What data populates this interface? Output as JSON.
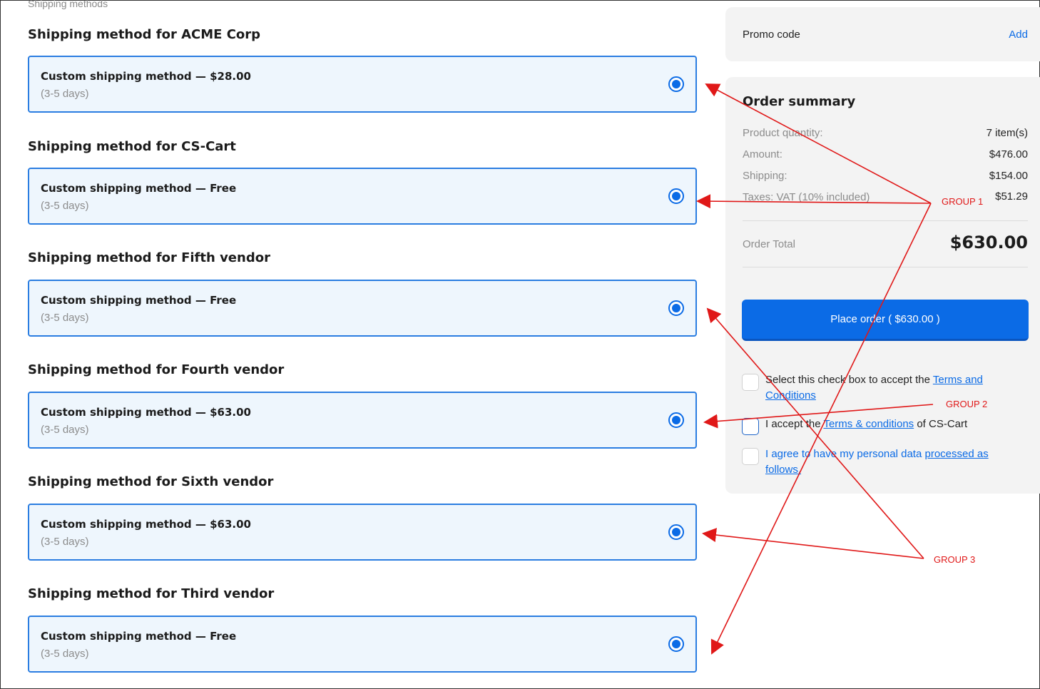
{
  "section_label": "Shipping methods",
  "vendors": [
    {
      "title": "Shipping method for ACME Corp",
      "method": "Custom shipping method — $28.00",
      "days": "(3-5 days)"
    },
    {
      "title": "Shipping method for CS-Cart",
      "method": "Custom shipping method — Free",
      "days": "(3-5 days)"
    },
    {
      "title": "Shipping method for Fifth vendor",
      "method": "Custom shipping method — Free",
      "days": "(3-5 days)"
    },
    {
      "title": "Shipping method for Fourth vendor",
      "method": "Custom shipping method — $63.00",
      "days": "(3-5 days)"
    },
    {
      "title": "Shipping method for Sixth vendor",
      "method": "Custom shipping method — $63.00",
      "days": "(3-5 days)"
    },
    {
      "title": "Shipping method for Third vendor",
      "method": "Custom shipping method — Free",
      "days": "(3-5 days)"
    }
  ],
  "promo": {
    "label": "Promo code",
    "add": "Add"
  },
  "summary": {
    "title": "Order summary",
    "rows": [
      {
        "label": "Product quantity:",
        "value": "7 item(s)"
      },
      {
        "label": "Amount:",
        "value": "$476.00"
      },
      {
        "label": "Shipping:",
        "value": "$154.00"
      },
      {
        "label": "Taxes: VAT (10% included)",
        "value": "$51.29"
      }
    ],
    "total_label": "Order Total",
    "total_value": "$630.00",
    "place_order": "Place order ( $630.00 )"
  },
  "checks": {
    "terms_prefix": "Select this check box to accept the ",
    "terms_link": "Terms and Conditions",
    "cscart_prefix": "I accept the ",
    "cscart_link": "Terms & conditions",
    "cscart_suffix": " of CS-Cart",
    "privacy_prefix": "I agree to have my personal data ",
    "privacy_link": "processed as follows."
  },
  "annotations": {
    "group1": "GROUP 1",
    "group2": "GROUP 2",
    "group3": "GROUP 3"
  },
  "colors": {
    "accent": "#0b6be6",
    "card_border": "#2a7de1",
    "card_bg": "#eef6fd",
    "annotation": "#e01818"
  }
}
